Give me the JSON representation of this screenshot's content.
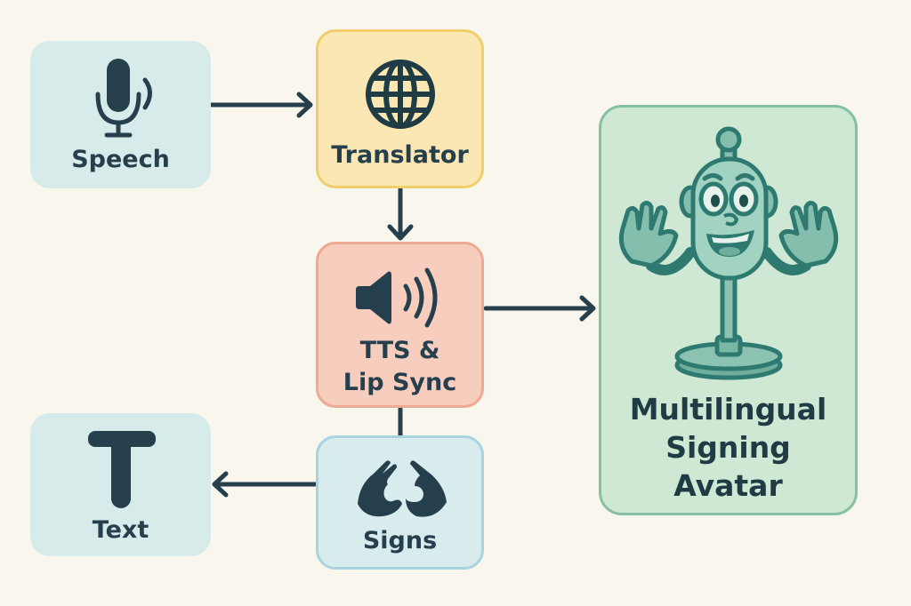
{
  "diagram": {
    "nodes": {
      "speech": {
        "label": "Speech",
        "icon": "microphone-icon",
        "fill": "#d7ecea"
      },
      "translator": {
        "label": "Translator",
        "icon": "globe-icon",
        "fill": "#fae7b4",
        "border": "#f0cf6b"
      },
      "tts": {
        "label_line1": "TTS &",
        "label_line2": "Lip Sync",
        "icon": "speaker-icon",
        "fill": "#f7cdbd",
        "border": "#eca993"
      },
      "signs": {
        "label": "Signs",
        "icon": "sign-language-hands-icon",
        "fill": "#d8eced",
        "border": "#a9d3df"
      },
      "text": {
        "label": "Text",
        "icon": "text-t-icon",
        "fill": "#d7ecea"
      },
      "avatar": {
        "label_line1": "Multilingual",
        "label_line2": "Signing",
        "label_line3": "Avatar",
        "icon": "robot-avatar-waving-icon",
        "fill": "#cfe8d4",
        "border": "#84c1a0"
      }
    },
    "edges": [
      {
        "from": "speech",
        "to": "translator",
        "arrow": true
      },
      {
        "from": "translator",
        "to": "tts",
        "arrow": true
      },
      {
        "from": "tts",
        "to": "avatar",
        "arrow": true
      },
      {
        "from": "tts",
        "to": "signs",
        "arrow": false
      },
      {
        "from": "signs",
        "to": "text",
        "arrow": true
      }
    ],
    "colors": {
      "ink": "#263f4d",
      "background": "#f9f6ee",
      "avatar_ink": "#2f7a70"
    }
  }
}
